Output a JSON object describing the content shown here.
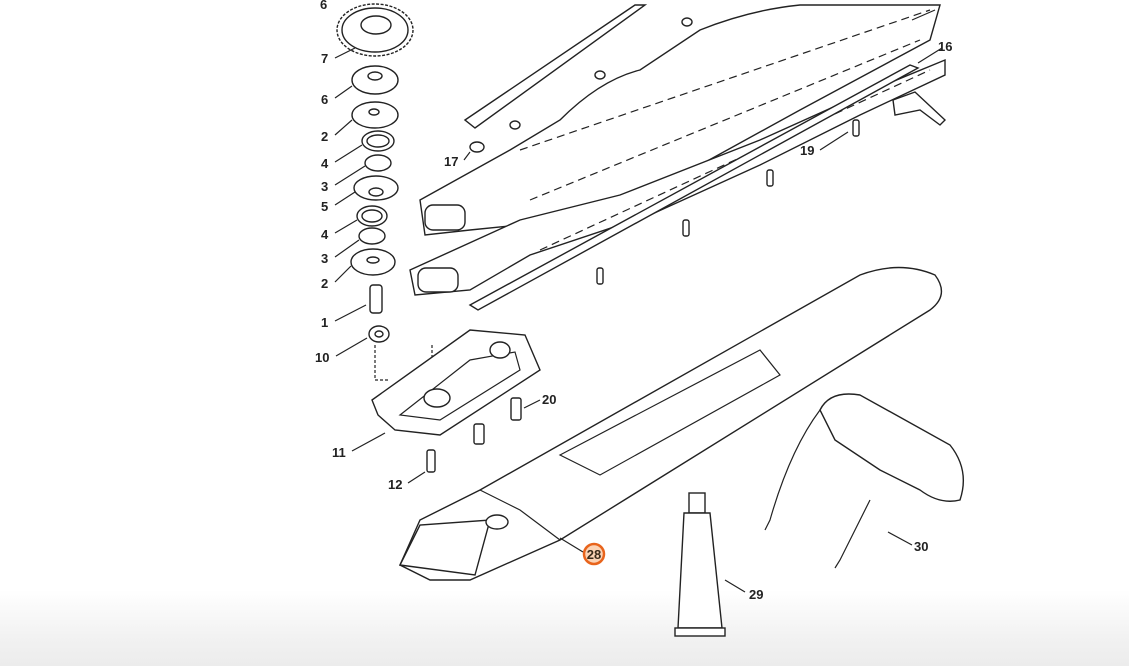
{
  "diagram": {
    "labels": [
      "6",
      "7",
      "6",
      "2",
      "4",
      "3",
      "5",
      "4",
      "3",
      "2",
      "1",
      "10",
      "11",
      "12",
      "20",
      "17",
      "19",
      "16",
      "28",
      "29",
      "30"
    ],
    "highlighted_label": "28",
    "highlight_colors": {
      "ring": "#e8641c",
      "fill": "#fbd3b5"
    }
  }
}
